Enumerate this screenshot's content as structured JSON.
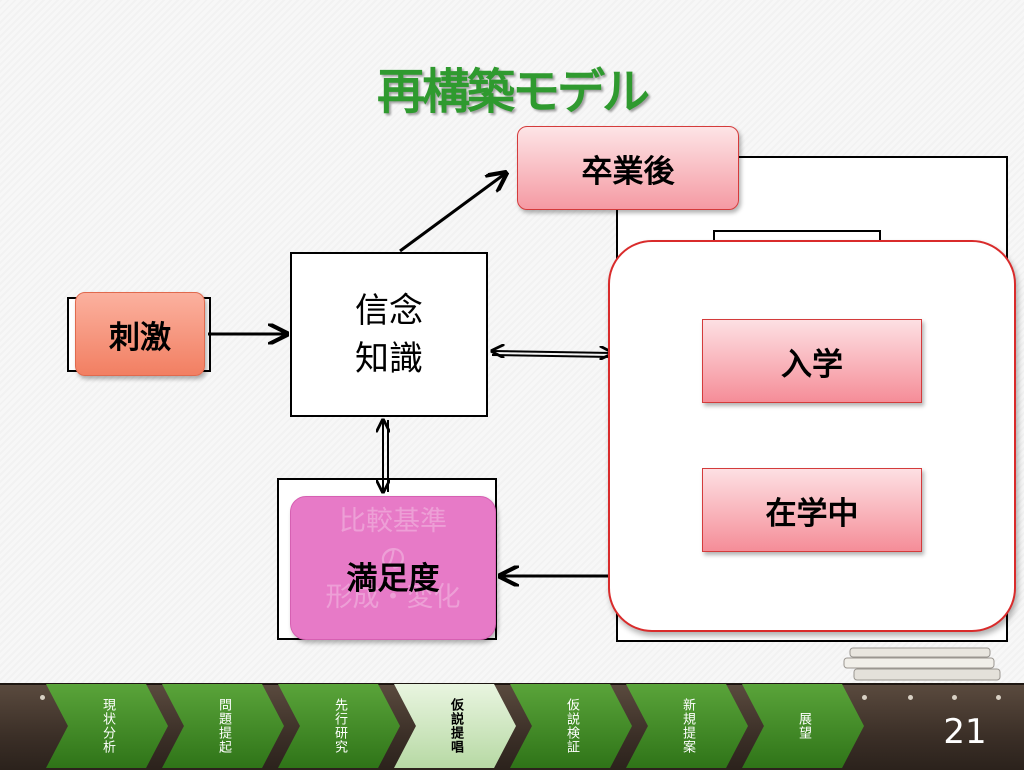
{
  "title": "再構築モデル",
  "nodes": {
    "stimulus": "刺激",
    "belief_line1": "信念",
    "belief_line2": "知識",
    "after_grad": "卒業後",
    "enroll": "入学",
    "in_school": "在学中",
    "satisfaction": "満足度",
    "ghost_line1": "比較基準",
    "ghost_line2": "の",
    "ghost_line3": "形成・変化"
  },
  "nav": {
    "steps": [
      {
        "label": "現状分析",
        "active": false
      },
      {
        "label": "問題提起",
        "active": false
      },
      {
        "label": "先行研究",
        "active": false
      },
      {
        "label": "仮説提唱",
        "active": true
      },
      {
        "label": "仮説検証",
        "active": false
      },
      {
        "label": "新規提案",
        "active": false
      },
      {
        "label": "展望",
        "active": false
      }
    ],
    "page_number": "21"
  },
  "colors": {
    "title_green": "#2f9a2f",
    "stimulus_fill": "#f4917a",
    "red_box_fill": "#f7a6ad",
    "red_border": "#d43b3b",
    "satisfaction_fill": "#e77ac7",
    "nav_green": "#3c8a22"
  }
}
